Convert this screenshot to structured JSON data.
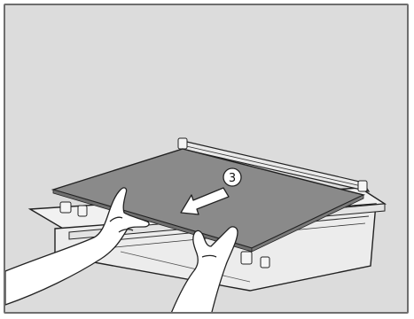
{
  "figure": {
    "step_number": "3",
    "background_color": "#dcdcdc",
    "frame_border_color": "#6e6e6e",
    "glass_panel_color": "#8a8a8a",
    "icons": [
      "glass-panel",
      "appliance-frame",
      "arrow-icon",
      "left-hand",
      "right-hand"
    ]
  }
}
